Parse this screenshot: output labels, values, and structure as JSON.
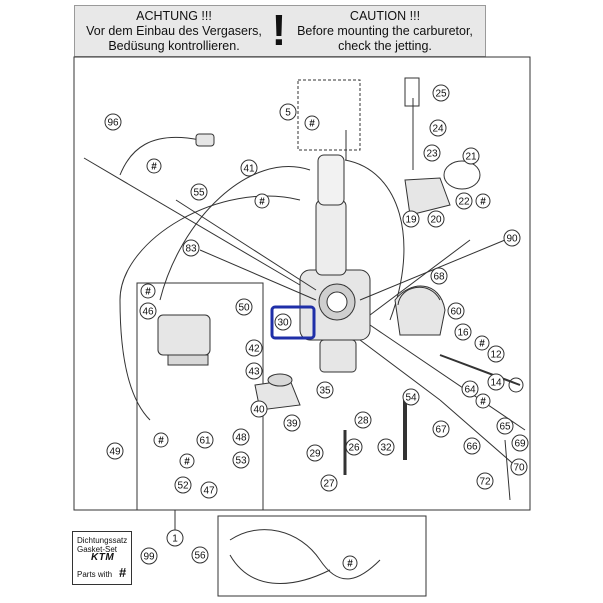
{
  "warning": {
    "de_title": "ACHTUNG !!!",
    "de_line1": "Vor dem Einbau des Vergasers,",
    "de_line2": "Bedüsung kontrollieren.",
    "mark": "!",
    "en_title": "CAUTION !!!",
    "en_line1": "Before mounting the carburetor,",
    "en_line2": "check the jetting."
  },
  "gasket_set": {
    "line1": "Dichtungssatz",
    "line2": "Gasket-Set",
    "brand": "KTM",
    "line3": "Parts with",
    "hash": "#"
  },
  "callouts": [
    "1",
    "5",
    "12",
    "14",
    "16",
    "19",
    "20",
    "21",
    "22",
    "23",
    "24",
    "25",
    "26",
    "27",
    "28",
    "29",
    "30",
    "32",
    "35",
    "39",
    "40",
    "41",
    "42",
    "43",
    "46",
    "47",
    "48",
    "49",
    "50",
    "52",
    "53",
    "54",
    "55",
    "56",
    "60",
    "61",
    "64",
    "65",
    "66",
    "67",
    "68",
    "69",
    "70",
    "72",
    "83",
    "90",
    "96",
    "99"
  ],
  "hash_symbol": "#",
  "highlight": {
    "label": "30",
    "color": "#1f2fa8"
  },
  "colors": {
    "line": "#333333",
    "warning_bg": "#e8e8e8"
  }
}
